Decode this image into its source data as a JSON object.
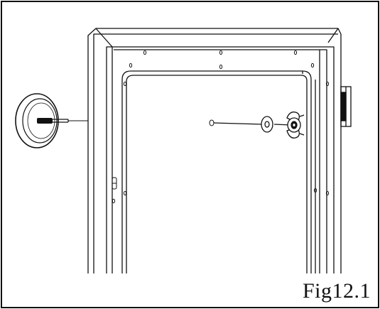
{
  "figure": {
    "caption": "Fig12.1",
    "line_color": "#111111",
    "background": "#ffffff"
  },
  "parts": {
    "door_frame": "door-frame",
    "thermometer": "thermometer-dial",
    "probe_rod": "probe-rod",
    "washer": "washer",
    "wing_nut": "wing-nut",
    "hinge": "hinge-block"
  }
}
